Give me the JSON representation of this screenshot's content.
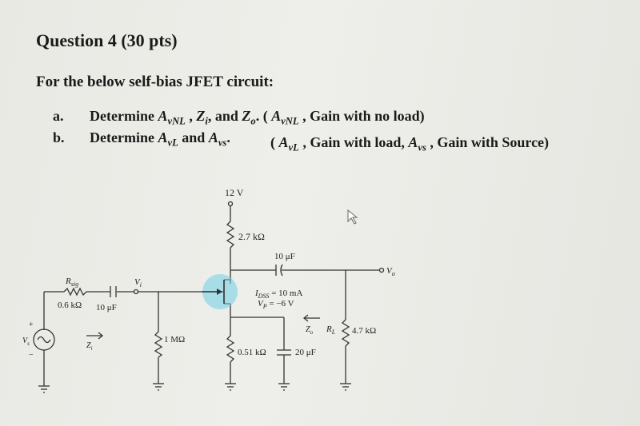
{
  "question": {
    "title": "Question 4  (30 pts)",
    "intro": "For the below self-bias JFET circuit:"
  },
  "parts": [
    {
      "label": "a.",
      "text_prefix": "Determine ",
      "av": "A",
      "av_sub": "vNL",
      "sep1": " , ",
      "zi": "Z",
      "zi_sub": "i",
      "sep2": ", and ",
      "zo": "Z",
      "zo_sub": "o",
      "note_open": ".  ( ",
      "note_av": "A",
      "note_av_sub": "vNL",
      "note_text": " , Gain with no load)"
    },
    {
      "label": "b.",
      "text_prefix": "Determine ",
      "avl": "A",
      "avl_sub": "vL",
      "sep": " and ",
      "avs": "A",
      "avs_sub": "vs",
      "end": ".",
      "note_open": "( ",
      "note_avl": "A",
      "note_avl_sub": "vL",
      "note_mid": " , Gain with load, ",
      "note_avs": "A",
      "note_avs_sub": "vs",
      "note_end": " , Gain with Source)"
    }
  ],
  "circuit": {
    "vdd": "12 V",
    "rd": "2.7 kΩ",
    "c_out": "10 μF",
    "vo": "V",
    "vo_sub": "o",
    "rsig_label": "R",
    "rsig_sub": "sig",
    "rsig_value": "0.6 kΩ",
    "c_in": "10 μF",
    "vi": "V",
    "vi_sub": "i",
    "rg": "1 MΩ",
    "idss": "I",
    "idss_sub": "DSS",
    "idss_value": " = 10 mA",
    "vp": "V",
    "vp_sub": "P",
    "vp_value": " = −6 V",
    "zo": "Z",
    "zo_sub": "o",
    "zi": "Z",
    "zi_sub": "i",
    "rs": "0.51 kΩ",
    "cs": "20 μF",
    "rl": "R",
    "rl_sub": "L",
    "rl_value": "4.7 kΩ",
    "vs": "V",
    "vs_sub": "s",
    "plus": "+",
    "minus": "−"
  }
}
